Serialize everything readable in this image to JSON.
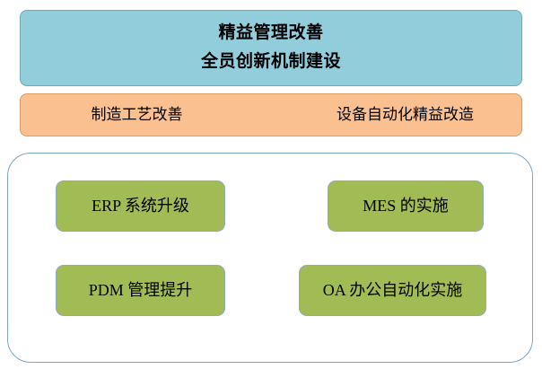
{
  "diagram": {
    "top_banner": {
      "lines": [
        "精益管理改善",
        "全员创新机制建设"
      ],
      "fill_color": "#92CDDC",
      "border_color": "#6FA8BC"
    },
    "middle_band": {
      "items": [
        "制造工艺改善",
        "设备自动化精益改造"
      ],
      "fill_color": "#FAC090",
      "border_color": "#D99B63"
    },
    "outer_container": {
      "border_color": "#7EA6C4",
      "fill_color": "#FFFFFF"
    },
    "items": [
      {
        "label": "ERP 系统升级",
        "fill_color": "#A2BC55",
        "border_color": "#8FA8C6"
      },
      {
        "label": "MES 的实施",
        "fill_color": "#A2BC55",
        "border_color": "#8FA8C6"
      },
      {
        "label": "PDM 管理提升",
        "fill_color": "#A2BC55",
        "border_color": "#8FA8C6"
      },
      {
        "label": "OA 办公自动化实施",
        "fill_color": "#A2BC55",
        "border_color": "#8FA8C6"
      }
    ]
  }
}
